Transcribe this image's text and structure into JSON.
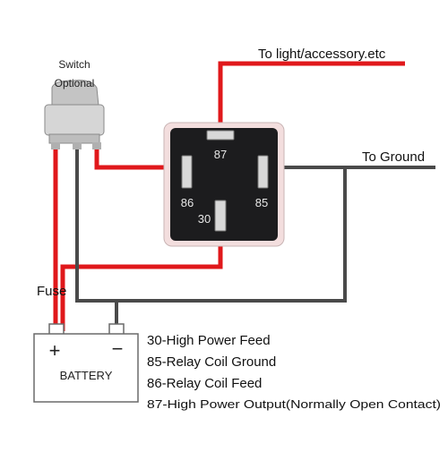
{
  "labels": {
    "switch": "Switch",
    "optional": "Optional",
    "to_light": "To light/accessory.etc",
    "to_ground": "To Ground",
    "fuse": "Fuse",
    "battery": "BATTERY",
    "plus": "+",
    "minus": "−"
  },
  "pins": {
    "p87": "87",
    "p86": "86",
    "p85": "85",
    "p30": "30"
  },
  "legend": [
    "30-High Power Feed",
    "85-Relay Coil Ground",
    "86-Relay Coil Feed",
    "87-High Power Output(Normally Open Contact)"
  ],
  "colors": {
    "red_wire": "#e0181b",
    "gray_wire": "#4a4a4a",
    "relay_body": "#1c1c1e",
    "relay_rim": "#f3dede",
    "switch_body": "#d6d6d6"
  }
}
